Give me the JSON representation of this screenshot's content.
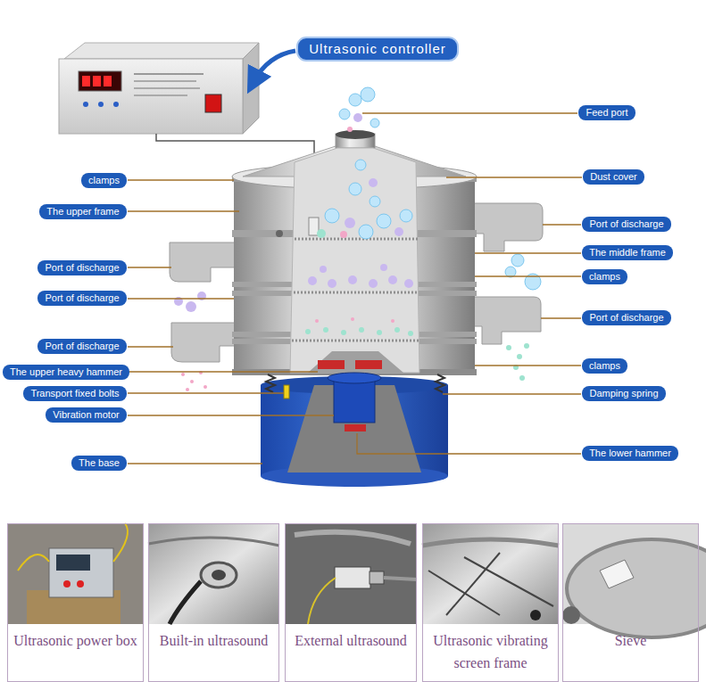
{
  "diagram": {
    "nodes": [
      {
        "text": [
          "Ultrasonic controller"
        ]
      },
      {
        "text": [
          "Feed port"
        ]
      },
      {
        "text": [
          "clamps"
        ]
      },
      {
        "text": [
          "Dust cover"
        ]
      },
      {
        "text": [
          "The upper frame"
        ]
      },
      {
        "text": [
          "Port of discharge"
        ]
      },
      {
        "text": [
          "The middle frame"
        ]
      },
      {
        "text": [
          "Port of discharge"
        ]
      },
      {
        "text": [
          "clamps"
        ]
      },
      {
        "text": [
          "Port of discharge"
        ]
      },
      {
        "text": [
          "Port of discharge"
        ]
      },
      {
        "text": [
          "Port of discharge"
        ]
      },
      {
        "text": [
          "clamps"
        ]
      },
      {
        "text": [
          "The upper heavy hammer"
        ]
      },
      {
        "text": [
          "Transport fixed bolts"
        ]
      },
      {
        "text": [
          "Damping spring"
        ]
      },
      {
        "text": [
          "Vibration motor"
        ]
      },
      {
        "text": [
          "The lower hammer"
        ]
      },
      {
        "text": [
          "The base"
        ]
      },
      {
        "text": [
          "Ultrasonic power box"
        ]
      },
      {
        "text": [
          "Built-in ultrasound"
        ]
      },
      {
        "text": [
          "External ultrasound"
        ]
      },
      {
        "text": [
          "Ultrasonic vibrating screen frame"
        ]
      },
      {
        "text": [
          "Sieve"
        ]
      }
    ]
  }
}
